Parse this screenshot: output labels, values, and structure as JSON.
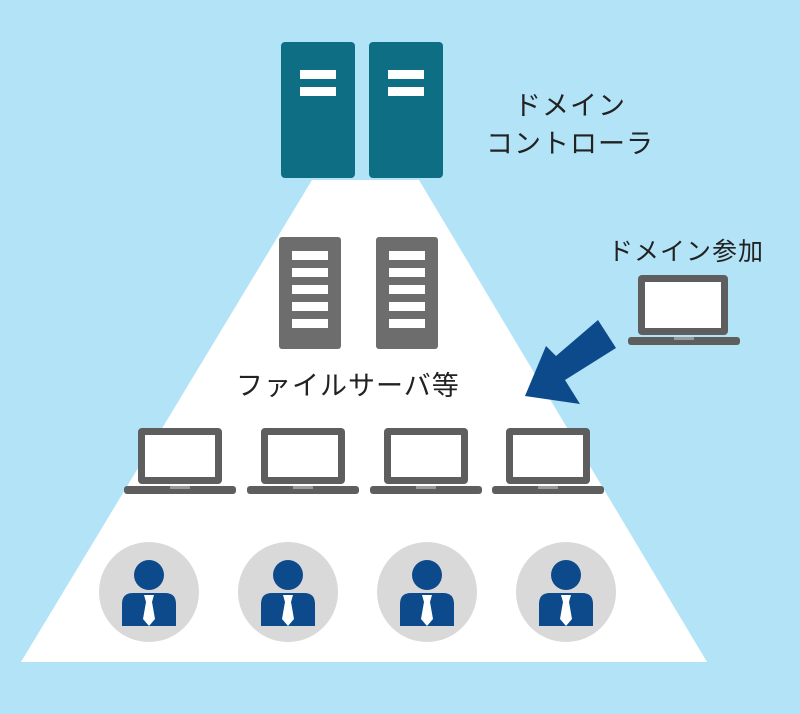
{
  "domain_controller": {
    "label_line1": "ドメイン",
    "label_line2": "コントローラ"
  },
  "file_servers": {
    "label": "ファイルサーバ等"
  },
  "domain_join": {
    "label": "ドメイン参加"
  },
  "colors": {
    "background": "#b3e3f7",
    "triangle": "#ffffff",
    "domain_controller": "#0e6f84",
    "file_server": "#6d6d6d",
    "laptop": "#5e5e5e",
    "arrow": "#0d4a8c",
    "user_circle": "#d9d9d9",
    "user": "#0c4a8c"
  },
  "icons": [
    "server-icon",
    "laptop-icon",
    "user-icon",
    "arrow-icon"
  ],
  "counts": {
    "domain_controllers": 2,
    "file_servers": 2,
    "laptops": 4,
    "users": 4
  }
}
